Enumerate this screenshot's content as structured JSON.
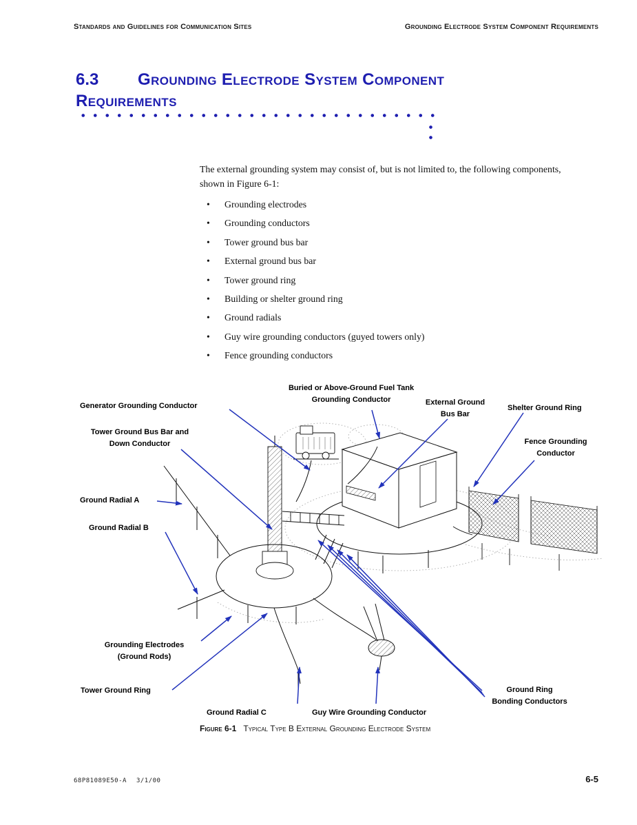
{
  "header": {
    "left": "Standards and Guidelines for Communication Sites",
    "right": "Grounding Electrode System Component Requirements"
  },
  "section": {
    "number": "6.3",
    "title_line1": "Grounding Electrode System Component",
    "title_line2": "Requirements"
  },
  "intro": {
    "text": "The external grounding system may consist of, but is not limited to, the following components, shown in Figure 6-1:"
  },
  "bullets": [
    "Grounding electrodes",
    "Grounding conductors",
    "Tower ground bus bar",
    "External ground bus bar",
    "Tower ground ring",
    "Building or shelter ground ring",
    "Ground radials",
    "Guy wire grounding conductors (guyed towers only)",
    "Fence grounding conductors"
  ],
  "figure": {
    "labels": {
      "fuel_tank": "Buried or Above-Ground Fuel Tank\nGrounding Conductor",
      "generator": "Generator Grounding Conductor",
      "external_bus": "External Ground\nBus Bar",
      "shelter_ring": "Shelter Ground Ring",
      "tower_bus": "Tower Ground Bus Bar and\nDown Conductor",
      "fence": "Fence Grounding\nConductor",
      "radial_a": "Ground Radial A",
      "radial_b": "Ground Radial B",
      "electrodes": "Grounding Electrodes\n(Ground Rods)",
      "tower_ring": "Tower Ground Ring",
      "radial_c": "Ground Radial C",
      "guy_wire": "Guy Wire Grounding Conductor",
      "bonding": "Ground Ring\nBonding Conductors"
    },
    "caption_label": "Figure 6-1",
    "caption_title": "Typical Type B External Grounding Electrode System"
  },
  "footer": {
    "doc_number": "68P81089E50-A",
    "date": "3/1/00",
    "page": "6-5"
  },
  "colors": {
    "heading_blue": "#1e1eb0",
    "arrow_blue": "#2233bb",
    "text_black": "#111111"
  }
}
